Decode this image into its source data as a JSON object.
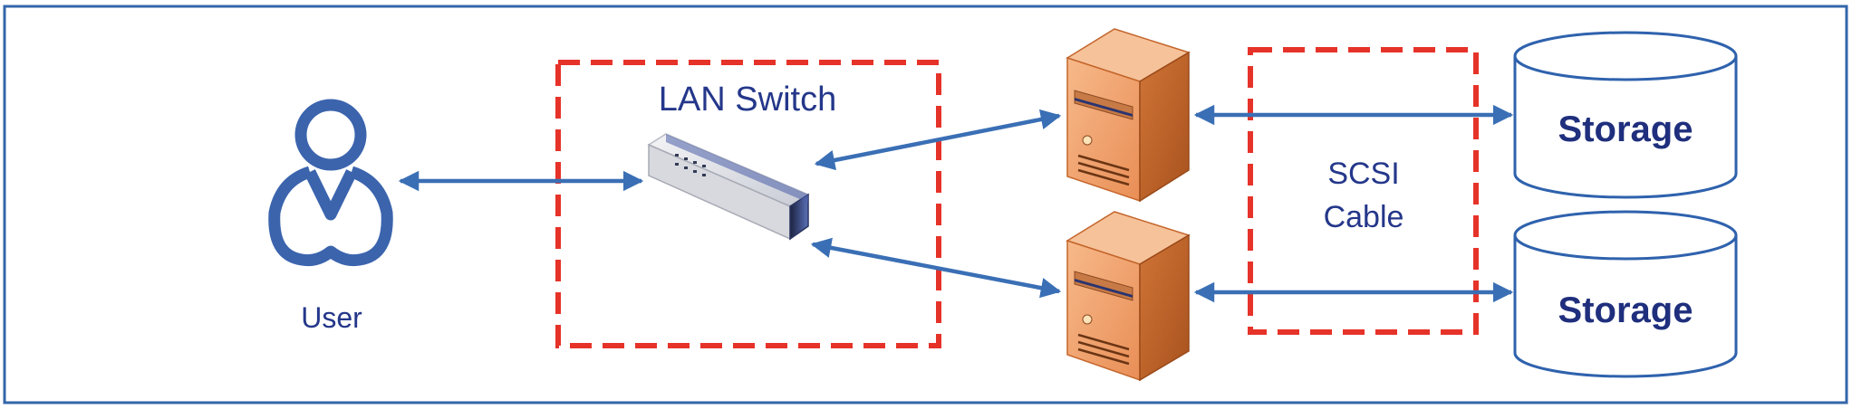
{
  "labels": {
    "user": "User",
    "lan_switch": "LAN Switch",
    "scsi_line1": "SCSI",
    "scsi_line2": "Cable",
    "storage_top": "Storage",
    "storage_bottom": "Storage"
  },
  "colors": {
    "frame": "#3366aa",
    "arrow": "#3a6fb5",
    "dashed_box": "#e63329",
    "user_icon": "#3b64ad",
    "server_front": "#f3a46f",
    "server_side": "#c4662c",
    "storage_stroke": "#2f62ad",
    "text": "#24378a"
  },
  "icons": {
    "user": "user-icon",
    "switch": "network-switch-icon",
    "server": "server-tower-icon",
    "storage": "database-cylinder-icon"
  }
}
